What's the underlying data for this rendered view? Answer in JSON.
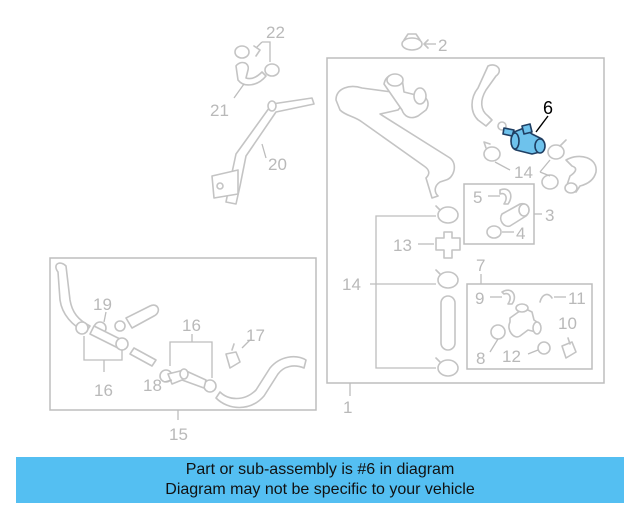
{
  "callouts": {
    "c1": "1",
    "c2": "2",
    "c3": "3",
    "c4": "4",
    "c5": "5",
    "c6": "6",
    "c7": "7",
    "c8": "8",
    "c9": "9",
    "c10": "10",
    "c11": "11",
    "c12": "12",
    "c13": "13",
    "c14a": "14",
    "c14b": "14",
    "c15": "15",
    "c16a": "16",
    "c16b": "16",
    "c17": "17",
    "c18": "18",
    "c19": "19",
    "c20": "20",
    "c21": "21",
    "c22": "22"
  },
  "highlighted_part": "6",
  "colors": {
    "highlight": "#6ec2ec",
    "banner": "#54bff2",
    "line_art": "#c4c4c4"
  },
  "banner": {
    "line1": "Part or sub-assembly is #6 in diagram",
    "line2": "Diagram may not be specific to your vehicle"
  }
}
